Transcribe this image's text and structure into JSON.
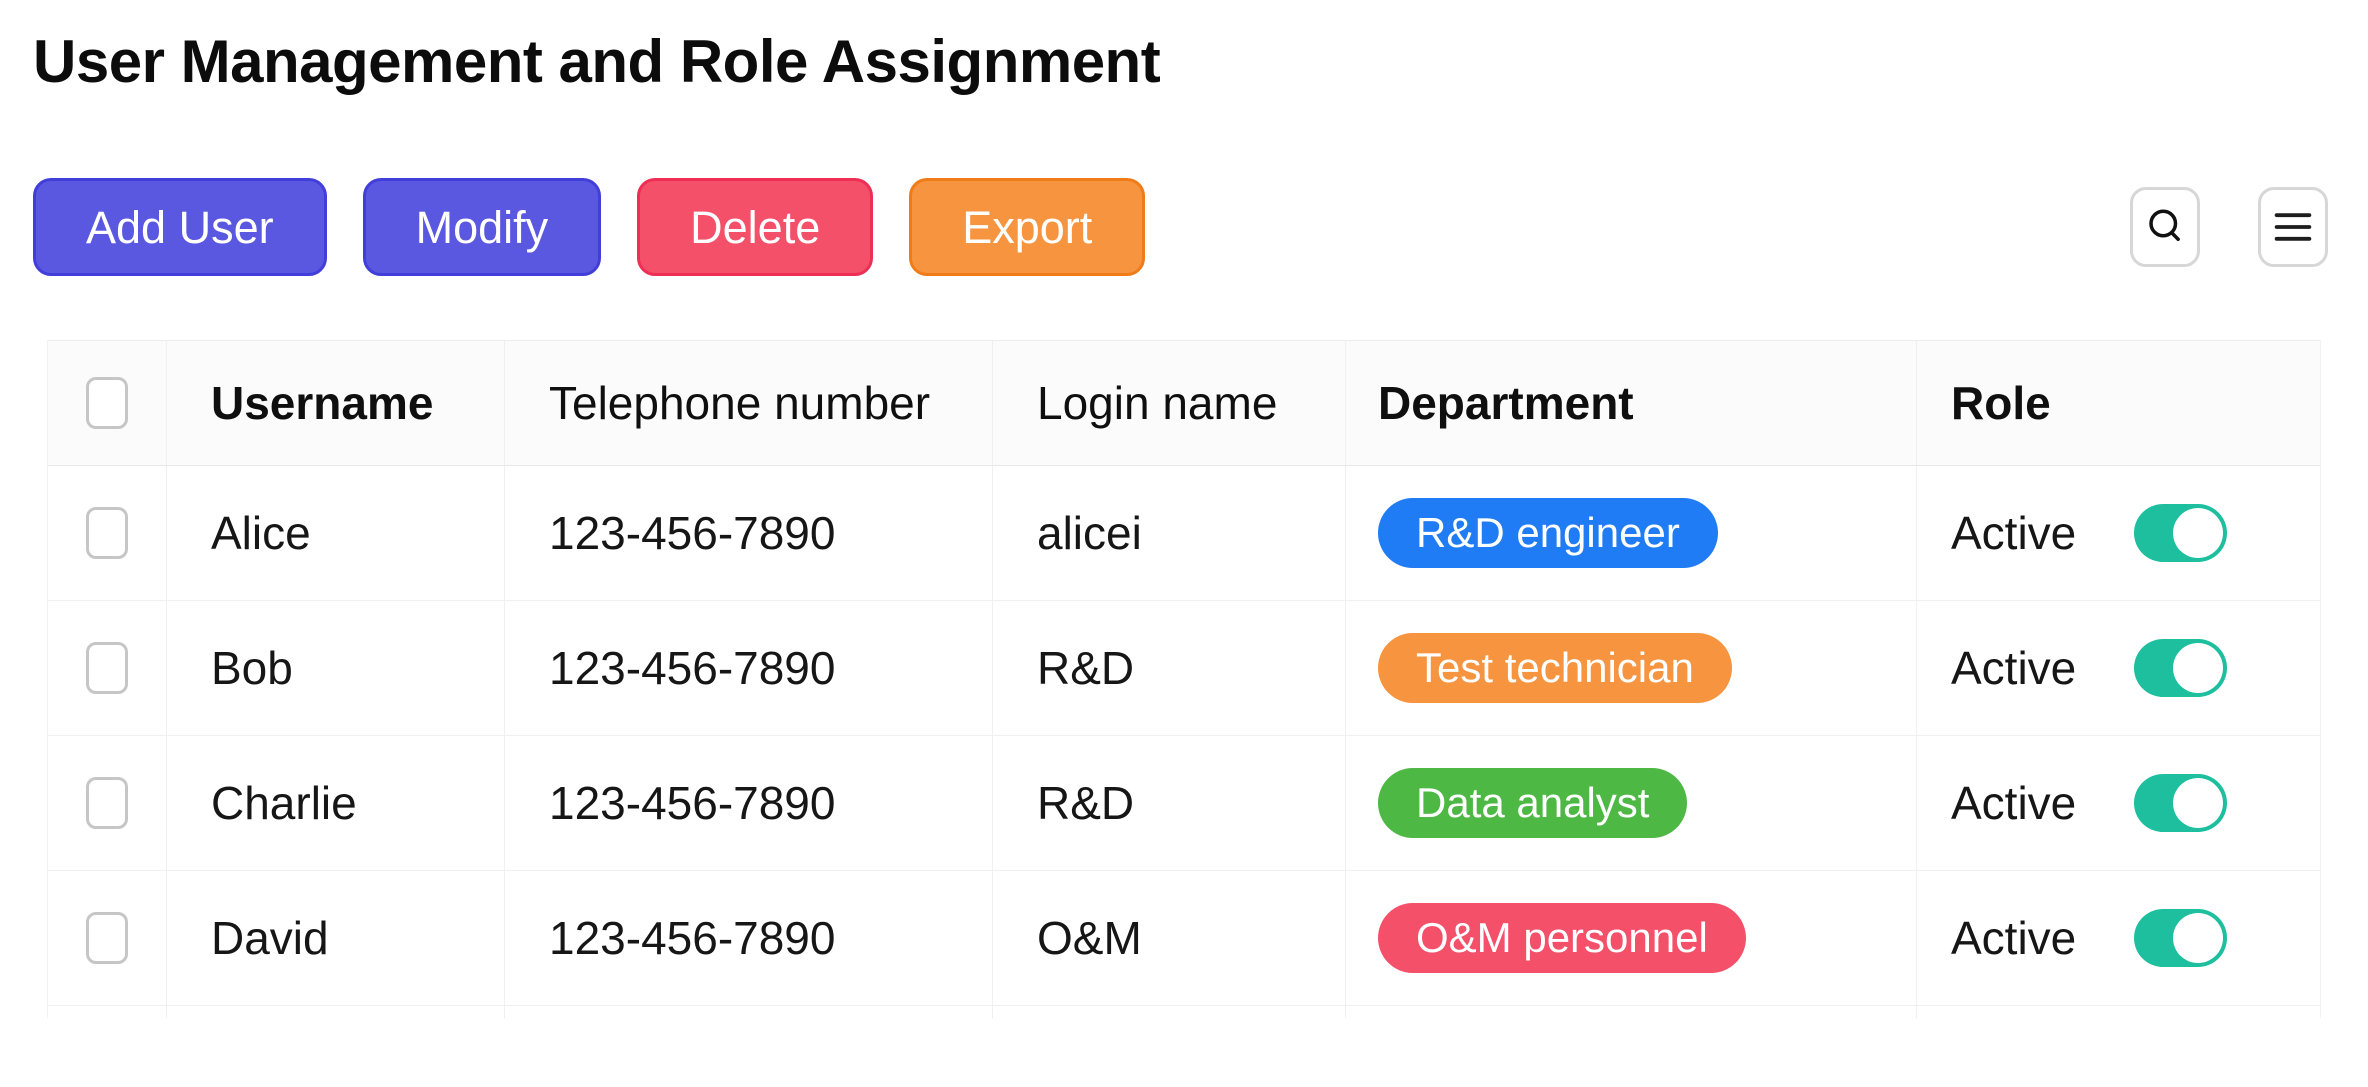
{
  "header": {
    "title": "User Management and Role Assignment"
  },
  "toolbar": {
    "buttons": [
      {
        "label": "Add User",
        "color": "#5a58e0"
      },
      {
        "label": "Modify",
        "color": "#5a58e0"
      },
      {
        "label": "Delete",
        "color": "#f4506a"
      },
      {
        "label": "Export",
        "color": "#f79440"
      }
    ],
    "icons": [
      {
        "name": "search-icon"
      },
      {
        "name": "menu-icon"
      }
    ]
  },
  "colors": {
    "primary": "#5a58e0",
    "danger": "#f4506a",
    "warning": "#f79440",
    "toggle_on": "#1dbf9e"
  },
  "table": {
    "columns": [
      "Username",
      "Telephone number",
      "Login name",
      "Department",
      "Role"
    ],
    "rows": [
      {
        "username": "Alice",
        "telephone": "123-456-7890",
        "login_name": "alicei",
        "department": {
          "label": "R&D engineer",
          "color": "#1f7cf4"
        },
        "role": {
          "status": "Active",
          "enabled": true
        }
      },
      {
        "username": "Bob",
        "telephone": "123-456-7890",
        "login_name": "R&D",
        "department": {
          "label": "Test technician",
          "color": "#f79440"
        },
        "role": {
          "status": "Active",
          "enabled": true
        }
      },
      {
        "username": "Charlie",
        "telephone": "123-456-7890",
        "login_name": "R&D",
        "department": {
          "label": "Data analyst",
          "color": "#4eb845"
        },
        "role": {
          "status": "Active",
          "enabled": true
        }
      },
      {
        "username": "David",
        "telephone": "123-456-7890",
        "login_name": "O&M",
        "department": {
          "label": "O&M personnel",
          "color": "#f4506a"
        },
        "role": {
          "status": "Active",
          "enabled": true
        }
      }
    ]
  }
}
